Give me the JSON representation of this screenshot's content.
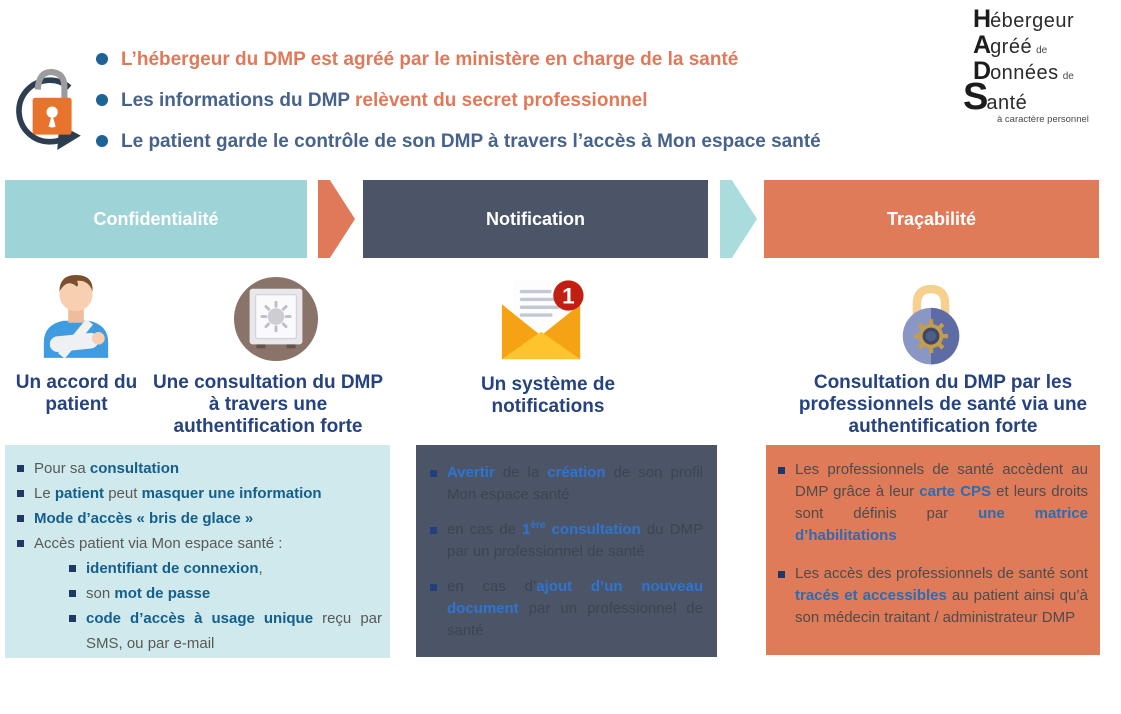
{
  "colors": {
    "teal_header": "#9ed3d7",
    "teal_box": "#cfe9ec",
    "slate": "#4b5567",
    "orange": "#e0795a",
    "caption_navy": "#26437f",
    "top_blue": "#47638b",
    "accent_blue_left": "#155f8c",
    "accent_blue_mid": "#2f74cf",
    "accent_blue_right": "#2b6cb3",
    "bullet_dot": "#1d6396",
    "marker_navy": "#1f3864"
  },
  "icons": {
    "top_left": "unlock-refresh-icon",
    "step1a": "patient-icon",
    "step1b": "safe-icon",
    "step2": "mail-notification-icon",
    "step3": "padlock-gear-icon"
  },
  "top": {
    "bullets": [
      {
        "segs": [
          {
            "t": "L’hébergeur du DMP est agréé par le ministère en charge de la santé"
          }
        ]
      },
      {
        "segs": [
          {
            "t": "Les informations du DMP "
          },
          {
            "t": "relèvent du secret professionnel"
          }
        ]
      },
      {
        "segs": [
          {
            "t": "Le patient garde le contrôle de son DMP à travers l’accès à Mon espace santé"
          }
        ]
      }
    ]
  },
  "logo": {
    "lines": [
      {
        "initial": "H",
        "rest": "ébergeur",
        "suffix": ""
      },
      {
        "initial": "A",
        "rest": "gréé",
        "suffix": "de"
      },
      {
        "initial": "D",
        "rest": "onnées",
        "suffix": "de"
      },
      {
        "initial": "S",
        "rest": "anté",
        "suffix": ""
      }
    ],
    "tagline": "à caractère personnel"
  },
  "steps": [
    {
      "label": "Confidentialité"
    },
    {
      "label": "Notification"
    },
    {
      "label": "Traçabilité"
    }
  ],
  "captions": [
    "Un accord du patient",
    "Une consultation du DMP à travers une authentification forte",
    "Un système de notifications",
    "Consultation du DMP par les professionnels de santé via une authentification forte"
  ],
  "badge": {
    "count": "1"
  },
  "boxes": {
    "confidentialite": {
      "items": [
        {
          "segs": [
            {
              "t": "Pour sa "
            },
            {
              "t": "consultation"
            }
          ]
        },
        {
          "segs": [
            {
              "t": "Le "
            },
            {
              "t": "patient"
            },
            {
              "t": " peut "
            },
            {
              "t": "masquer une information"
            }
          ]
        },
        {
          "segs": [
            {
              "t": "Mode d’accès « bris de glace »"
            }
          ]
        },
        {
          "segs": [
            {
              "t": "Accès patient via Mon espace santé :"
            }
          ]
        },
        {
          "sub": true,
          "segs": [
            {
              "t": "identifiant de connexion"
            },
            {
              "t": ","
            }
          ]
        },
        {
          "sub": true,
          "segs": [
            {
              "t": "son "
            },
            {
              "t": "mot de passe"
            }
          ]
        },
        {
          "sub": true,
          "segs": [
            {
              "t": "code d’accès à usage unique"
            },
            {
              "t": " reçu par SMS, ou par e-mail"
            }
          ]
        }
      ]
    },
    "notification": {
      "items": [
        {
          "segs": [
            {
              "t": "Avertir"
            },
            {
              "t": " de la "
            },
            {
              "t": "création"
            },
            {
              "t": " de son profil Mon espace santé"
            }
          ]
        },
        {
          "segs": [
            {
              "t": "en cas de "
            },
            {
              "t": "1"
            },
            {
              "t": "ère"
            },
            {
              "t": " consultation"
            },
            {
              "t": " du DMP par un professionnel de santé"
            }
          ]
        },
        {
          "segs": [
            {
              "t": "en cas d’"
            },
            {
              "t": "ajout d’un nouveau document"
            },
            {
              "t": " par un professionnel de santé"
            }
          ]
        }
      ]
    },
    "tracabilite": {
      "items": [
        {
          "segs": [
            {
              "t": "Les professionnels de santé accèdent au DMP grâce à leur "
            },
            {
              "t": "carte CPS"
            },
            {
              "t": " et leurs droits sont définis par "
            },
            {
              "t": "une matrice d’habilitations"
            }
          ]
        },
        {
          "segs": [
            {
              "t": "Les accès des professionnels de santé sont "
            },
            {
              "t": "tracés et accessibles"
            },
            {
              "t": " au patient ainsi qu’à son médecin traitant / administrateur DMP"
            }
          ]
        }
      ]
    }
  }
}
